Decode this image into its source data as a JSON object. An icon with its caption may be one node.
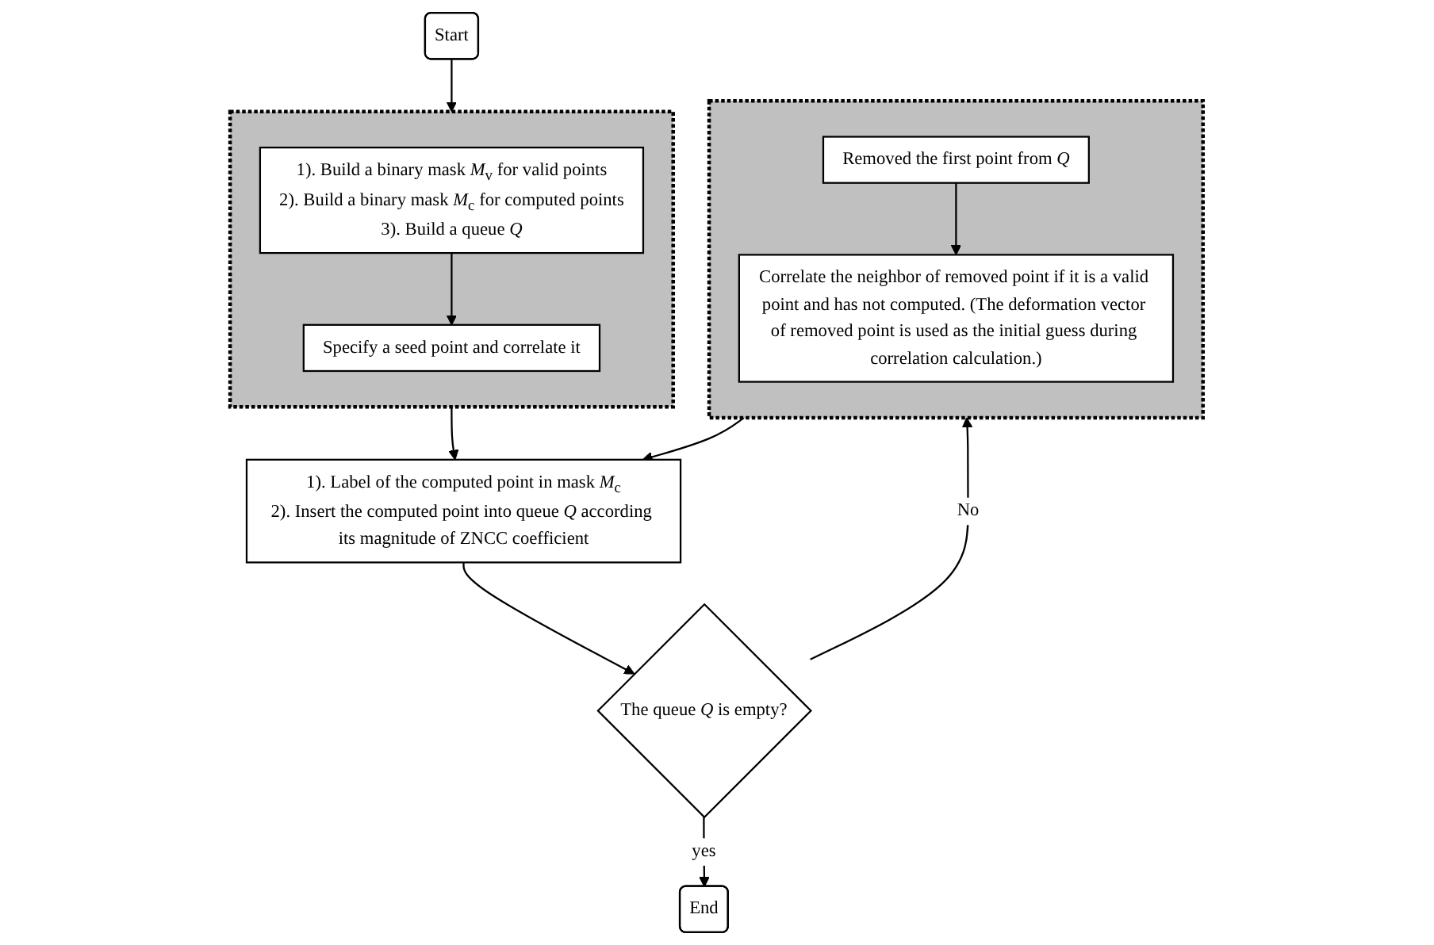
{
  "diagram": {
    "nodes": [
      {
        "text": [
          "Start"
        ]
      },
      {
        "text": [],
        "shape": "box"
      },
      {
        "text": [
          "1). Build a binary mask *M*$_{v}$ for valid points",
          "2). Build a binary mask *M*$_{c}$ for computed points",
          "3). Build a queue *Q*"
        ],
        "in": 1
      },
      {
        "text": [
          "Specify a seed point and correlate it"
        ],
        "in": 1
      },
      {
        "text": [
          "1). Label of the computed point in mask *M*$_{c}$",
          "2). Insert the computed point into queue *Q* according its magnitude of ZNCC coefficient"
        ]
      },
      {
        "text": [
          "The queue *Q* is empty?"
        ]
      },
      {
        "text": [
          "End"
        ]
      },
      {
        "text": [],
        "shape": "box"
      },
      {
        "text": [
          "Correlate the neighbor of removed point if it is a valid point and has not computed. (The deformation vector of removed point is used as the initial guess during correlation calculation.)"
        ],
        "in": 7
      },
      {
        "text": [
          "Removed the first point from *Q*"
        ],
        "in": 7
      }
    ],
    "edges": [
      {
        "from": 0,
        "to": 1,
        "arrow": "to"
      },
      {
        "from": 2,
        "to": 3,
        "arrow": "to"
      },
      {
        "from": 1,
        "to": 4,
        "arrow": "to"
      },
      {
        "from": 4,
        "to": 5,
        "arrow": "to"
      },
      {
        "from": 5,
        "to": 6,
        "label": "yes",
        "arrow": "to"
      },
      {
        "from": 5,
        "to": 7,
        "label": "No",
        "arrow": "to"
      },
      {
        "from": 9,
        "to": 8,
        "arrow": "to"
      },
      {
        "from": 7,
        "to": 4,
        "arrow": "to"
      }
    ]
  }
}
